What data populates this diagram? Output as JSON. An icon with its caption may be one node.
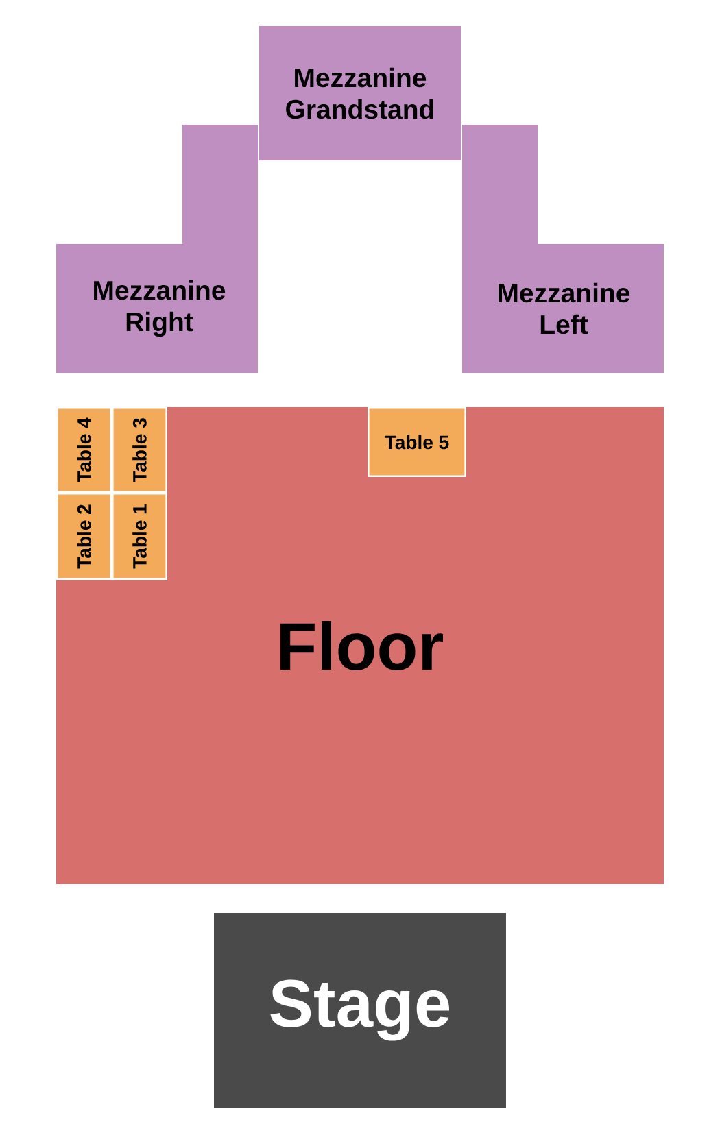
{
  "diagram": {
    "nodes": [
      {
        "text": [
          "Mezzanine Grandstand"
        ]
      },
      {
        "text": [
          "Mezzanine Right"
        ]
      },
      {
        "text": [
          "Mezzanine Left"
        ]
      },
      {
        "text": [
          "Floor"
        ]
      },
      {
        "text": [
          "Table 4"
        ],
        "in": 3
      },
      {
        "text": [
          "Table 3"
        ],
        "in": 3
      },
      {
        "text": [
          "Table 5"
        ],
        "in": 3
      },
      {
        "text": [
          "Table 2"
        ],
        "in": 3
      },
      {
        "text": [
          "Table 1"
        ],
        "in": 3
      },
      {
        "text": [
          "Stage"
        ]
      }
    ]
  }
}
